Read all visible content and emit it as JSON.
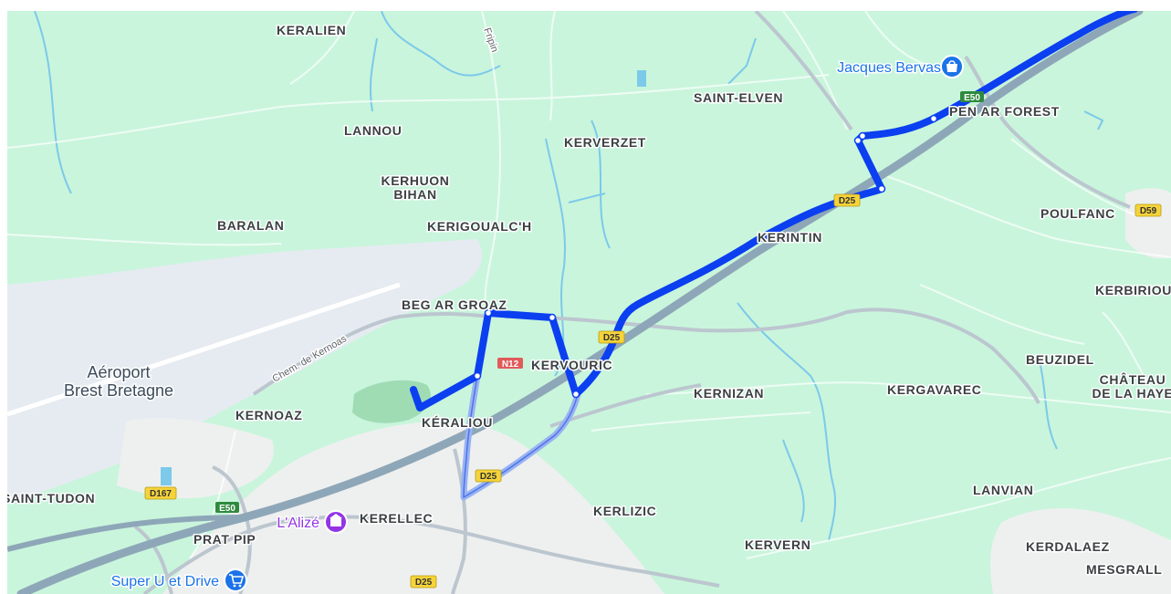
{
  "colors": {
    "land": "#c9f5dc",
    "water": "#7cc9ea",
    "airport": "#e6ebf1",
    "urban": "#eef0ef",
    "road": "#ffffff",
    "highway": "#8ea7b8",
    "route_primary": "#0b3ff0",
    "route_alternate": "#98b3f2",
    "n_shield": "#e05a5a",
    "e_shield": "#2f8a3e",
    "d_shield": "#f5d33a",
    "poi_blue": "#1a73e8",
    "poi_purple": "#9334e6"
  },
  "places": {
    "keralien": "KERALIEN",
    "lannou": "LANNOU",
    "kerhuon_bihan_1": "KERHUON",
    "kerhuon_bihan_2": "BIHAN",
    "baralan": "BARALAN",
    "kerigoualch": "KERIGOUALC'H",
    "kerverzet": "KERVERZET",
    "saint_elven": "SAINT-ELVEN",
    "pen_ar_forest": "PEN AR FOREST",
    "poulfanc": "POULFANC",
    "kerintin": "KERINTIN",
    "kerbiriou": "KERBIRIOU",
    "beg_ar_groaz": "BEG AR GROAZ",
    "kervouric": "KERVOURIC",
    "kernizan": "KERNIZAN",
    "kergavarec": "KERGAVAREC",
    "beuzidel": "BEUZIDEL",
    "chateau_1": "CHÂTEAU",
    "chateau_2": "DE LA HAYE",
    "kernoaz": "KERNOAZ",
    "keraliou": "KÉRALIOU",
    "saint_tudon": "SAINT-TUDON",
    "prat_pip": "PRAT PIP",
    "kerellec": "KERELLEC",
    "kerlizic": "KERLIZIC",
    "lanvian": "LANVIAN",
    "kervern": "KERVERN",
    "kerdalaez": "KERDALAEZ",
    "mesgrall": "MESGRALL"
  },
  "airport": {
    "line1": "Aéroport",
    "line2": "Brest Bretagne"
  },
  "streets": {
    "fripin": "Fripin",
    "kernoas": "Chem. de Kernoas"
  },
  "pois": {
    "jacques_bervas": {
      "label": "Jacques Bervas",
      "icon": "shopping-bag-icon"
    },
    "lalize": {
      "label": "L'Alizé",
      "icon": "shopping-mall-icon"
    },
    "super_u": {
      "label": "Super U et Drive",
      "icon": "shopping-cart-icon"
    }
  },
  "road_shields": {
    "e50_1": "E50",
    "e50_2": "E50",
    "n12": "N12",
    "d25_1": "D25",
    "d25_2": "D25",
    "d25_3": "D25",
    "d25_4": "D25",
    "d59": "D59",
    "d167": "D167"
  }
}
